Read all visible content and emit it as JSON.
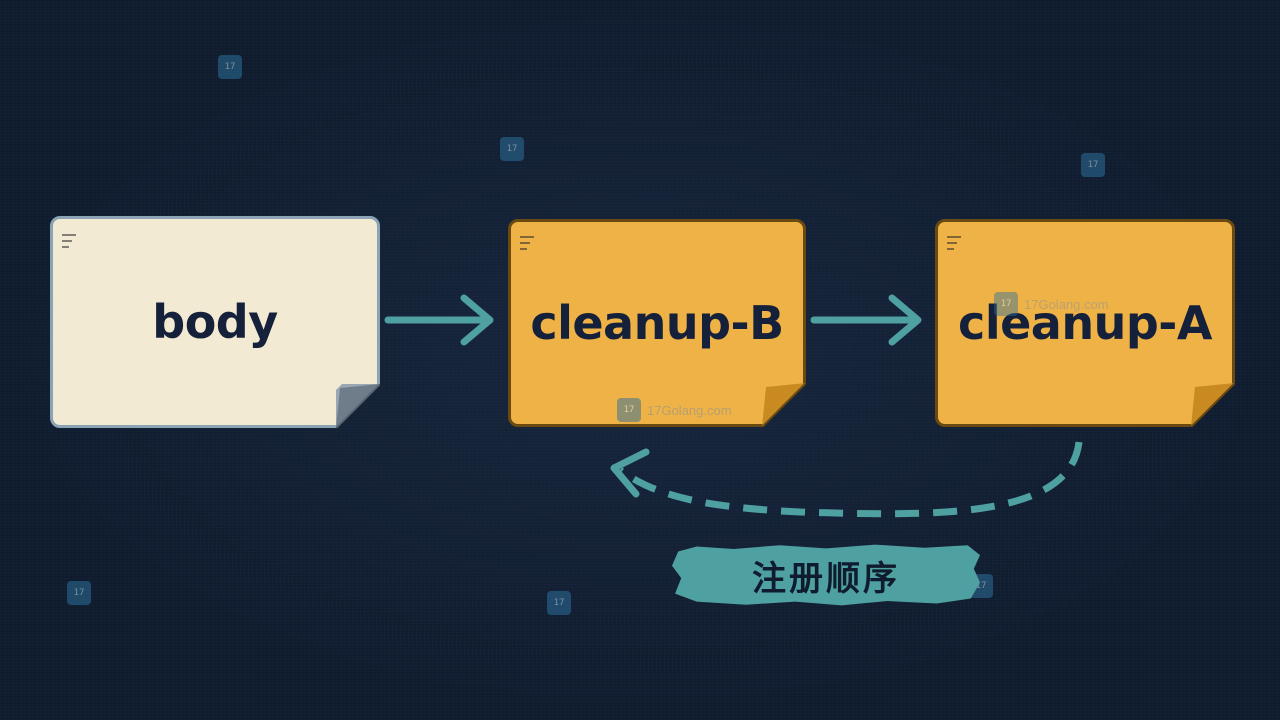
{
  "nodes": [
    {
      "id": "body",
      "label": "body"
    },
    {
      "id": "cleanup-b",
      "label": "cleanup-B"
    },
    {
      "id": "cleanup-a",
      "label": "cleanup-A"
    }
  ],
  "edges": [
    {
      "from": "body",
      "to": "cleanup-b",
      "style": "solid"
    },
    {
      "from": "cleanup-b",
      "to": "cleanup-a",
      "style": "solid"
    },
    {
      "from": "cleanup-a",
      "to": "cleanup-b",
      "style": "dashed-curved"
    }
  ],
  "return_tag": {
    "label": "注册顺序"
  },
  "watermark": {
    "logo": "17",
    "text": "17Golang.com"
  },
  "colors": {
    "background": "#0f1b2e",
    "body_box": "#f3ead4",
    "cleanup_box": "#efb247",
    "arrow": "#4fa0a0",
    "tag": "#4fa0a0",
    "text": "#15203a"
  }
}
